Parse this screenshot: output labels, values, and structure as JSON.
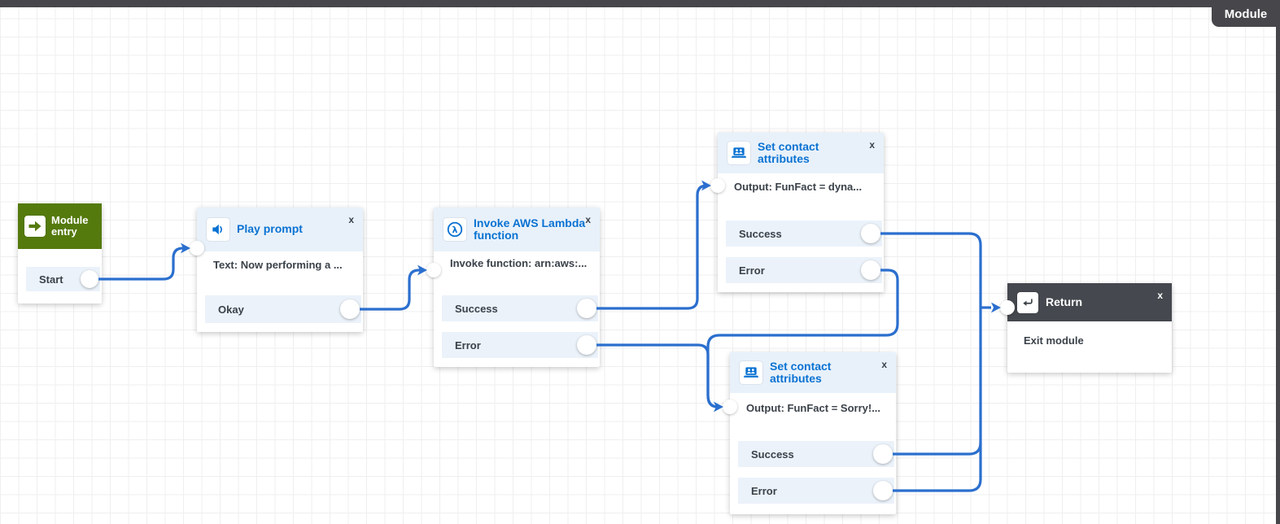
{
  "app": {
    "tab_label": "Module",
    "close_glyph": "x"
  },
  "colors": {
    "accent_blue": "#0a72d2",
    "connector_blue": "#2b6fce",
    "entry_green": "#547a0d",
    "chrome_dark": "#47474b",
    "header_light_blue": "#e8f1fa",
    "row_light_blue": "#ebf2fa"
  },
  "nodes": [
    {
      "id": "module-entry",
      "title": "Module entry",
      "icon": "module-entry-arrow-icon",
      "outputs": [
        {
          "label": "Start"
        }
      ]
    },
    {
      "id": "play-prompt",
      "title": "Play prompt",
      "icon": "speaker-icon",
      "body": "Text: Now performing a ...",
      "outputs": [
        {
          "label": "Okay"
        }
      ]
    },
    {
      "id": "invoke-lambda",
      "title": "Invoke AWS Lambda function",
      "icon": "lambda-icon",
      "body": "Invoke function: arn:aws:...",
      "outputs": [
        {
          "label": "Success"
        },
        {
          "label": "Error"
        }
      ]
    },
    {
      "id": "set-contact-attributes-top",
      "title": "Set contact attributes",
      "icon": "contact-attributes-icon",
      "body": "Output: FunFact = dyna...",
      "outputs": [
        {
          "label": "Success"
        },
        {
          "label": "Error"
        }
      ]
    },
    {
      "id": "set-contact-attributes-bottom",
      "title": "Set contact attributes",
      "icon": "contact-attributes-icon",
      "body": "Output: FunFact = Sorry!...",
      "outputs": [
        {
          "label": "Success"
        },
        {
          "label": "Error"
        }
      ]
    },
    {
      "id": "return",
      "title": "Return",
      "icon": "return-arrow-icon",
      "body": "Exit module",
      "outputs": []
    }
  ],
  "connections": [
    {
      "from": "module-entry.Start",
      "to": "play-prompt"
    },
    {
      "from": "play-prompt.Okay",
      "to": "invoke-lambda"
    },
    {
      "from": "invoke-lambda.Success",
      "to": "set-contact-attributes-top"
    },
    {
      "from": "invoke-lambda.Error",
      "to": "set-contact-attributes-bottom"
    },
    {
      "from": "set-contact-attributes-top.Success",
      "to": "return"
    },
    {
      "from": "set-contact-attributes-top.Error",
      "to": "set-contact-attributes-bottom"
    },
    {
      "from": "set-contact-attributes-bottom.Success",
      "to": "return"
    },
    {
      "from": "set-contact-attributes-bottom.Error",
      "to": "return"
    }
  ]
}
